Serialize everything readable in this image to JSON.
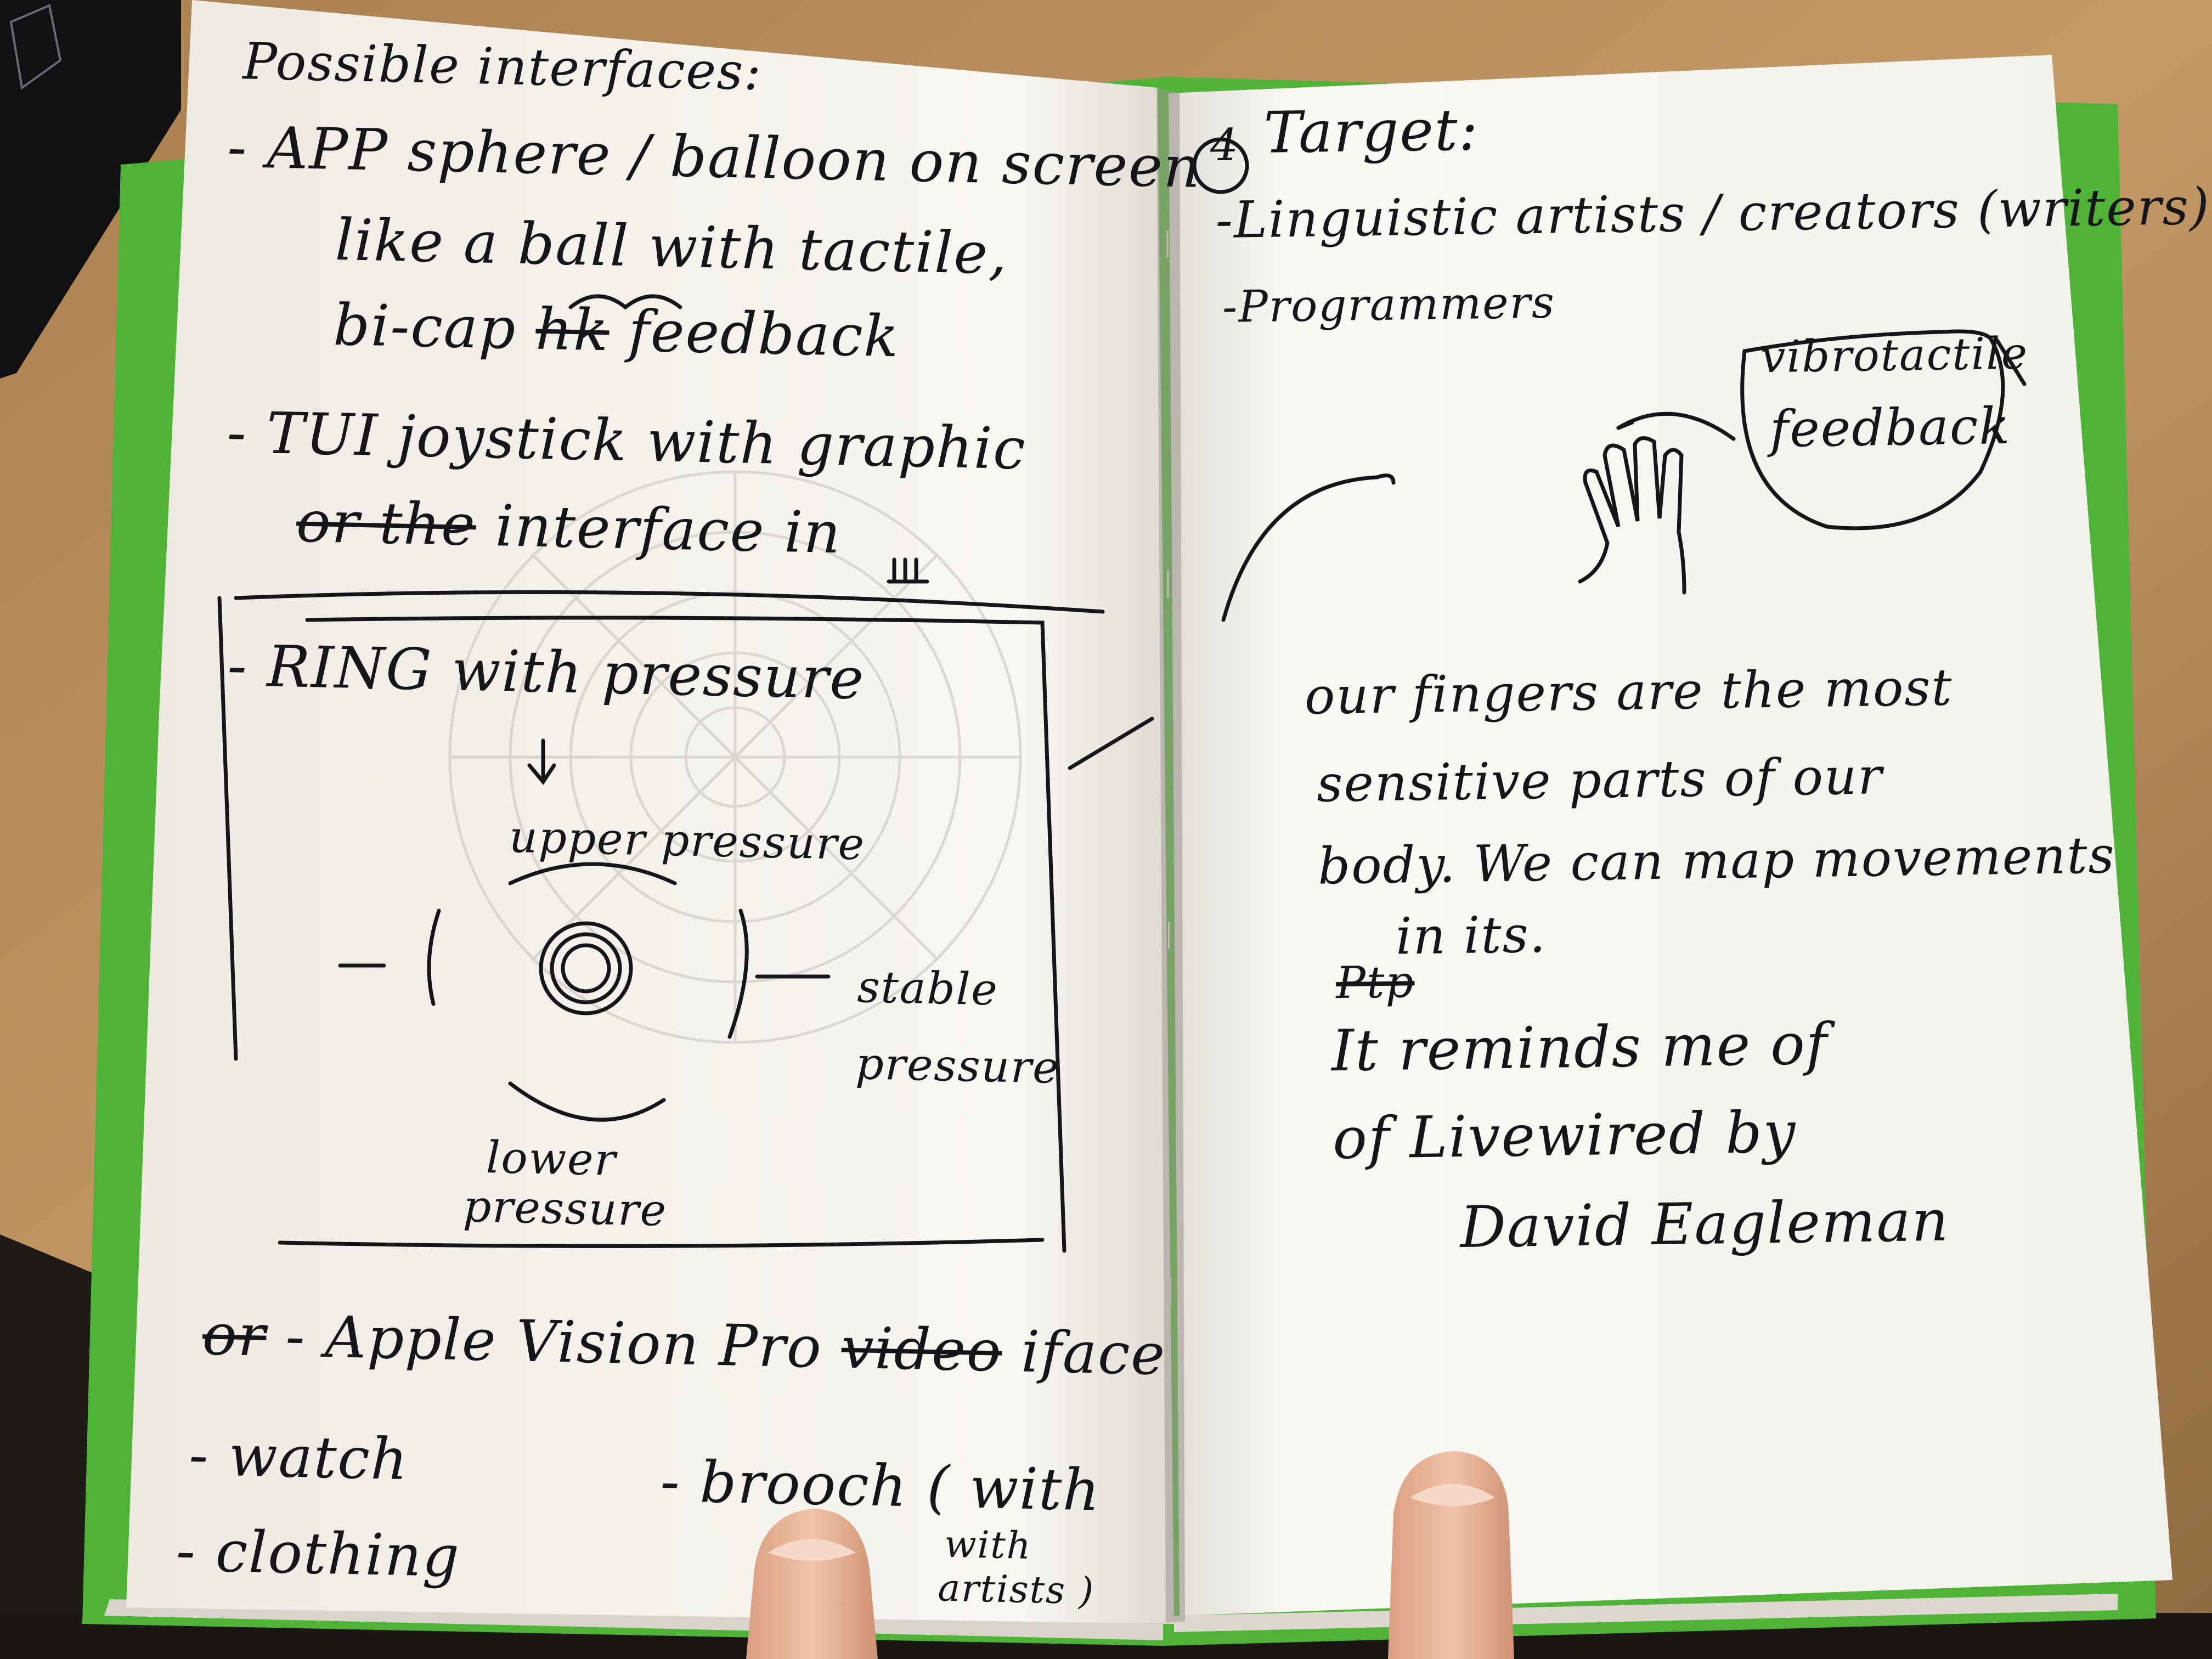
{
  "notebook": {
    "left_page": {
      "heading": "Possible interfaces:",
      "item_app_line1": "- APP sphere / balloon on screen",
      "item_app_line2": "like a ball with tactile,",
      "item_app_line3_strike": "hk",
      "item_app_line3_a": "bi-cap",
      "item_app_line3_b": "feedback",
      "item_tui_line1": "- TUI joystick with graphic",
      "item_tui_line2_strike": "or the",
      "item_tui_line2": "interface in",
      "ring_heading": "- RING with pressure",
      "upper_label": "upper pressure",
      "stable_label_1": "stable",
      "stable_label_2": "pressure",
      "lower_label_1": "lower",
      "lower_label_2": "pressure",
      "item_apple_strike_a": "or",
      "item_apple": "- Apple Vision Pro",
      "item_apple_strike_b": "video",
      "item_apple_end": "iface",
      "item_watch": "- watch",
      "item_brooch": "- brooch ( with",
      "item_brooch_2": "with",
      "item_brooch_3": "artists )",
      "item_clothing": "- clothing"
    },
    "right_page": {
      "target_number": "4",
      "target_heading": "Target:",
      "target_item_1": "-Linguistic artists / creators (writers)",
      "target_item_2": "-Programmers",
      "bubble_line1": "vibrotactile",
      "bubble_line2": "feedback",
      "para_1": "our fingers are the most",
      "para_2": "sensitive parts of our",
      "para_3": "body. We can map movements",
      "para_4": "in its.",
      "para_strike": "Ptp",
      "para_5": "It reminds me of",
      "para_6": "of Livewired by",
      "para_7": "David Eagleman"
    },
    "colors": {
      "paper": "#f7f4ee",
      "ink": "#15151a",
      "cover_green": "#4fb338",
      "desk": "#b98e5a",
      "skin": "#e7b79a"
    }
  }
}
